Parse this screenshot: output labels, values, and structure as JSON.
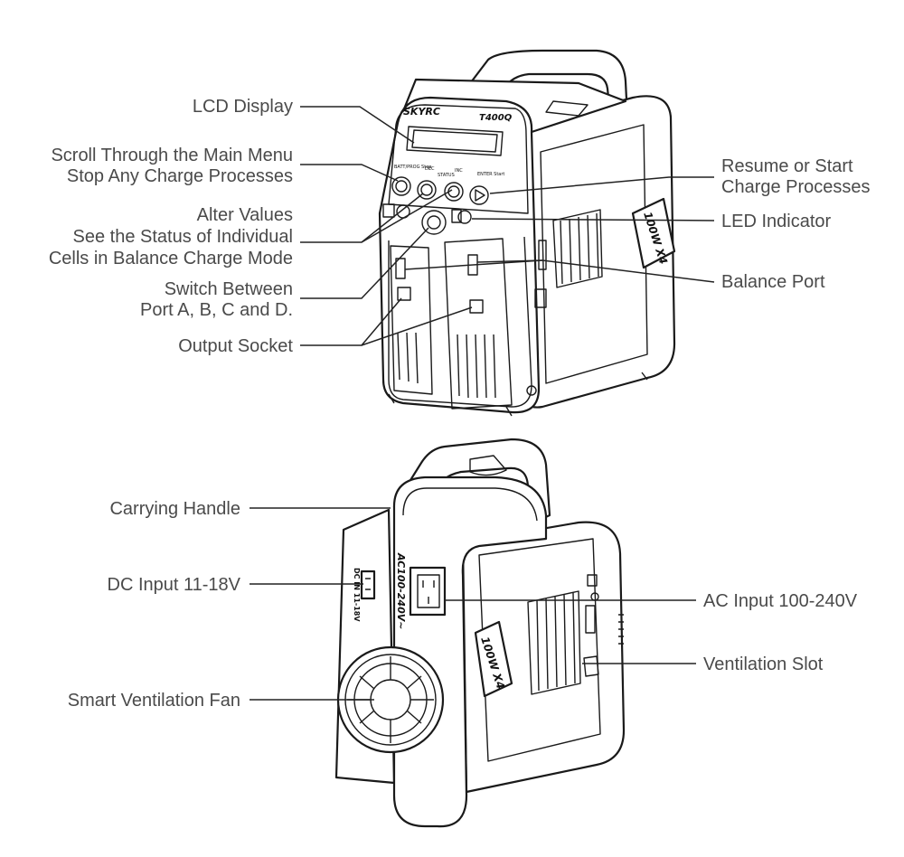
{
  "device": {
    "brand": "SKYRC",
    "model": "T400Q",
    "power_badge": "100W X4",
    "rear_ac_marking": "AC100-240V~",
    "rear_dc_marking": "DC IN 11-18V",
    "buttons": {
      "batt_prog": "BATT/PROG Stop",
      "dec": "DEC",
      "status": "STATUS",
      "inc": "INC",
      "enter": "ENTER Start"
    }
  },
  "callouts_front": {
    "lcd_display": "LCD Display",
    "scroll_line1": "Scroll Through the Main Menu",
    "scroll_line2": "Stop Any Charge Processes",
    "alter_line1": "Alter Values",
    "alter_line2": "See the Status of Individual",
    "alter_line3": "Cells in Balance Charge Mode",
    "switch_line1": "Switch Between",
    "switch_line2": "Port A, B, C and D.",
    "output_socket": "Output Socket",
    "resume_line1": "Resume or Start",
    "resume_line2": "Charge Processes",
    "led_indicator": "LED Indicator",
    "balance_port": "Balance Port"
  },
  "callouts_rear": {
    "carrying_handle": "Carrying Handle",
    "dc_input": "DC Input 11-18V",
    "smart_fan": "Smart Ventilation Fan",
    "ac_input": "AC Input 100-240V",
    "ventilation_slot": "Ventilation Slot"
  }
}
